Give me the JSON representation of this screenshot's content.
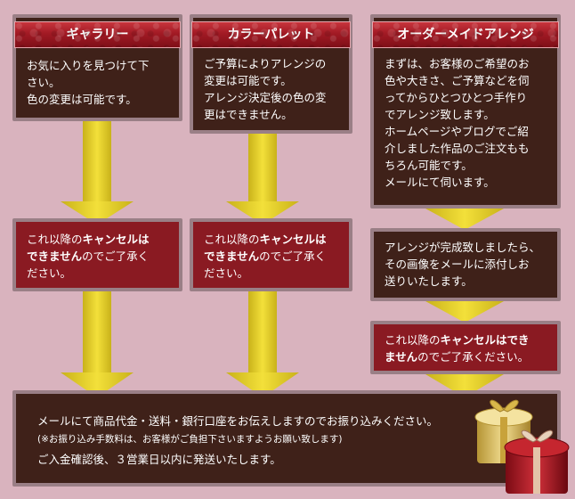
{
  "columns": [
    {
      "header": "ギャラリー",
      "description": [
        "お気に入りを見つけて下",
        "さい。",
        "色の変更は可能です。"
      ],
      "notice_pre": "これ以降の",
      "notice_bold": "キャンセルは",
      "notice_bold2": "できません",
      "notice_post": "のでご了承く",
      "notice_line3": "ださい。"
    },
    {
      "header": "カラーパレット",
      "description": [
        "ご予算によりアレンジの",
        "変更は可能です。",
        "アレンジ決定後の色の変",
        "更はできません。"
      ],
      "notice_pre": "これ以降の",
      "notice_bold": "キャンセルは",
      "notice_bold2": "できません",
      "notice_post": "のでご了承く",
      "notice_line3": "ださい。"
    },
    {
      "header": "オーダーメイドアレンジ",
      "description": [
        "まずは、お客様のご希望のお",
        "色や大きさ、ご予算などを伺",
        "ってからひとつひとつ手作り",
        "でアレンジ致します。",
        "ホームページやブログでご紹",
        "介しました作品のご注文もも",
        "ちろん可能です。",
        "メールにて伺います。"
      ],
      "step2": [
        "アレンジが完成致しましたら、",
        "その画像をメールに添付しお",
        "送りいたします。"
      ],
      "notice_pre": "これ以降の",
      "notice_bold": "キャンセルはでき",
      "notice_bold2": "ません",
      "notice_post": "のでご了承ください。"
    }
  ],
  "final": {
    "line1": "メールにて商品代金・送料・銀行口座をお伝えしますのでお振り込みください。",
    "line2": "(※お振り込み手数料は、お客様がご負担下さいますようお願い致します)",
    "line3": "ご入金確認後、３営業日以内に発送いたします。"
  },
  "colors": {
    "background": "#d9b3be",
    "box_brown": "#3f2119",
    "box_red": "#8a1a22",
    "border": "#9a7f86",
    "arrow": "#e0cc2a"
  }
}
